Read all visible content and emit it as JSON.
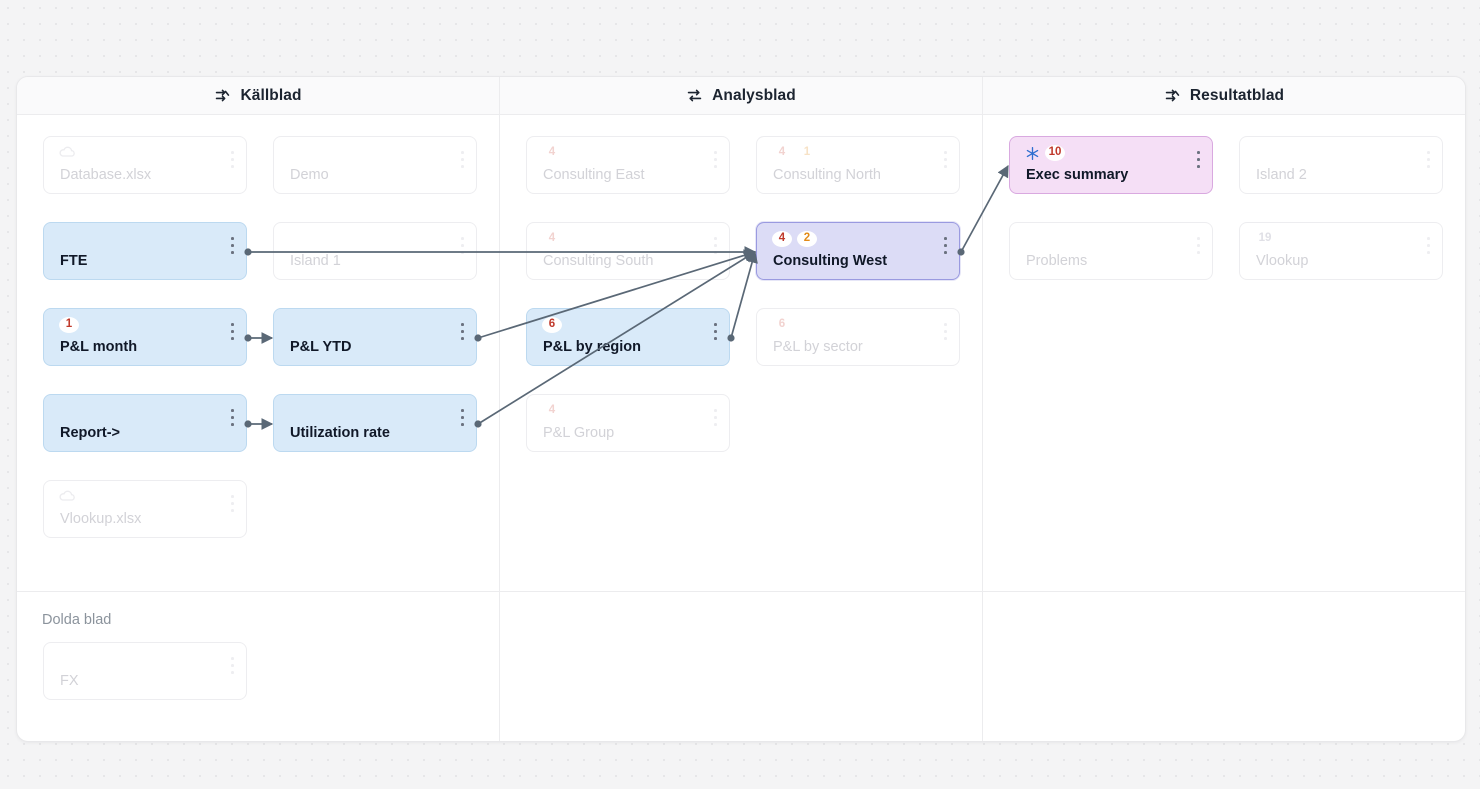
{
  "columns": [
    {
      "id": "kallblad",
      "title": "Källblad",
      "icon": "shuffle-right-icon",
      "cards": [
        {
          "label": "Database.xlsx",
          "state": "dim",
          "icon": "cloud-icon",
          "badges": []
        },
        {
          "label": "Demo",
          "state": "dim",
          "icon": null,
          "badges": []
        },
        {
          "label": "FTE",
          "state": "blue",
          "icon": null,
          "badges": []
        },
        {
          "label": "Island 1",
          "state": "dim",
          "icon": null,
          "badges": []
        },
        {
          "label": "P&L month",
          "state": "blue",
          "icon": null,
          "badges": [
            {
              "value": "1",
              "color": "red"
            }
          ]
        },
        {
          "label": "P&L YTD",
          "state": "blue",
          "icon": null,
          "badges": []
        },
        {
          "label": "Report->",
          "state": "blue",
          "icon": null,
          "badges": []
        },
        {
          "label": "Utilization rate",
          "state": "blue",
          "icon": null,
          "badges": []
        },
        {
          "label": "Vlookup.xlsx",
          "state": "dim",
          "icon": "cloud-icon",
          "badges": []
        }
      ]
    },
    {
      "id": "analysblad",
      "title": "Analysblad",
      "icon": "swap-icon",
      "cards": [
        {
          "label": "Consulting East",
          "state": "dim",
          "icon": null,
          "badges": [
            {
              "value": "4",
              "color": "red"
            }
          ]
        },
        {
          "label": "Consulting North",
          "state": "dim",
          "icon": null,
          "badges": [
            {
              "value": "4",
              "color": "red"
            },
            {
              "value": "1",
              "color": "orange"
            }
          ]
        },
        {
          "label": "Consulting South",
          "state": "dim",
          "icon": null,
          "badges": [
            {
              "value": "4",
              "color": "red"
            }
          ]
        },
        {
          "label": "Consulting West",
          "state": "purple",
          "icon": null,
          "badges": [
            {
              "value": "4",
              "color": "red"
            },
            {
              "value": "2",
              "color": "orange"
            }
          ]
        },
        {
          "label": "P&L by region",
          "state": "blue",
          "icon": null,
          "badges": [
            {
              "value": "6",
              "color": "red"
            }
          ]
        },
        {
          "label": "P&L by sector",
          "state": "dim",
          "icon": null,
          "badges": [
            {
              "value": "6",
              "color": "red"
            }
          ]
        },
        {
          "label": "P&L Group",
          "state": "dim",
          "icon": null,
          "badges": [
            {
              "value": "4",
              "color": "red"
            }
          ]
        }
      ]
    },
    {
      "id": "resultatblad",
      "title": "Resultatblad",
      "icon": "shuffle-right-icon",
      "cards": [
        {
          "label": "Exec summary",
          "state": "pink",
          "icon": "sparkle-icon",
          "badges": [
            {
              "value": "10",
              "color": "red"
            }
          ]
        },
        {
          "label": "Island 2",
          "state": "dim",
          "icon": null,
          "badges": []
        },
        {
          "label": "Problems",
          "state": "dim",
          "icon": null,
          "badges": []
        },
        {
          "label": "Vlookup",
          "state": "dim",
          "icon": null,
          "badges": [
            {
              "value": "19",
              "color": "gray"
            }
          ]
        }
      ]
    }
  ],
  "hidden_section": {
    "title": "Dolda blad",
    "cards": [
      {
        "label": "FX",
        "state": "dim",
        "icon": null,
        "badges": []
      }
    ]
  },
  "colors": {
    "accent_blue": "#d9eaf9",
    "accent_purple": "#dcdcf6",
    "accent_pink": "#f5dff6",
    "badge_red": "#c0392b",
    "badge_orange": "#e38b19",
    "edge": "#5a6876",
    "canvas": "#f4f4f5"
  },
  "edges": [
    {
      "from": "FTE",
      "to": "Consulting West"
    },
    {
      "from": "P&L month",
      "to": "P&L YTD"
    },
    {
      "from": "P&L YTD",
      "to": "Consulting West"
    },
    {
      "from": "P&L by region",
      "to": "Consulting West"
    },
    {
      "from": "Report->",
      "to": "Utilization rate"
    },
    {
      "from": "Utilization rate",
      "to": "Consulting West"
    },
    {
      "from": "Consulting West",
      "to": "Exec summary"
    }
  ]
}
